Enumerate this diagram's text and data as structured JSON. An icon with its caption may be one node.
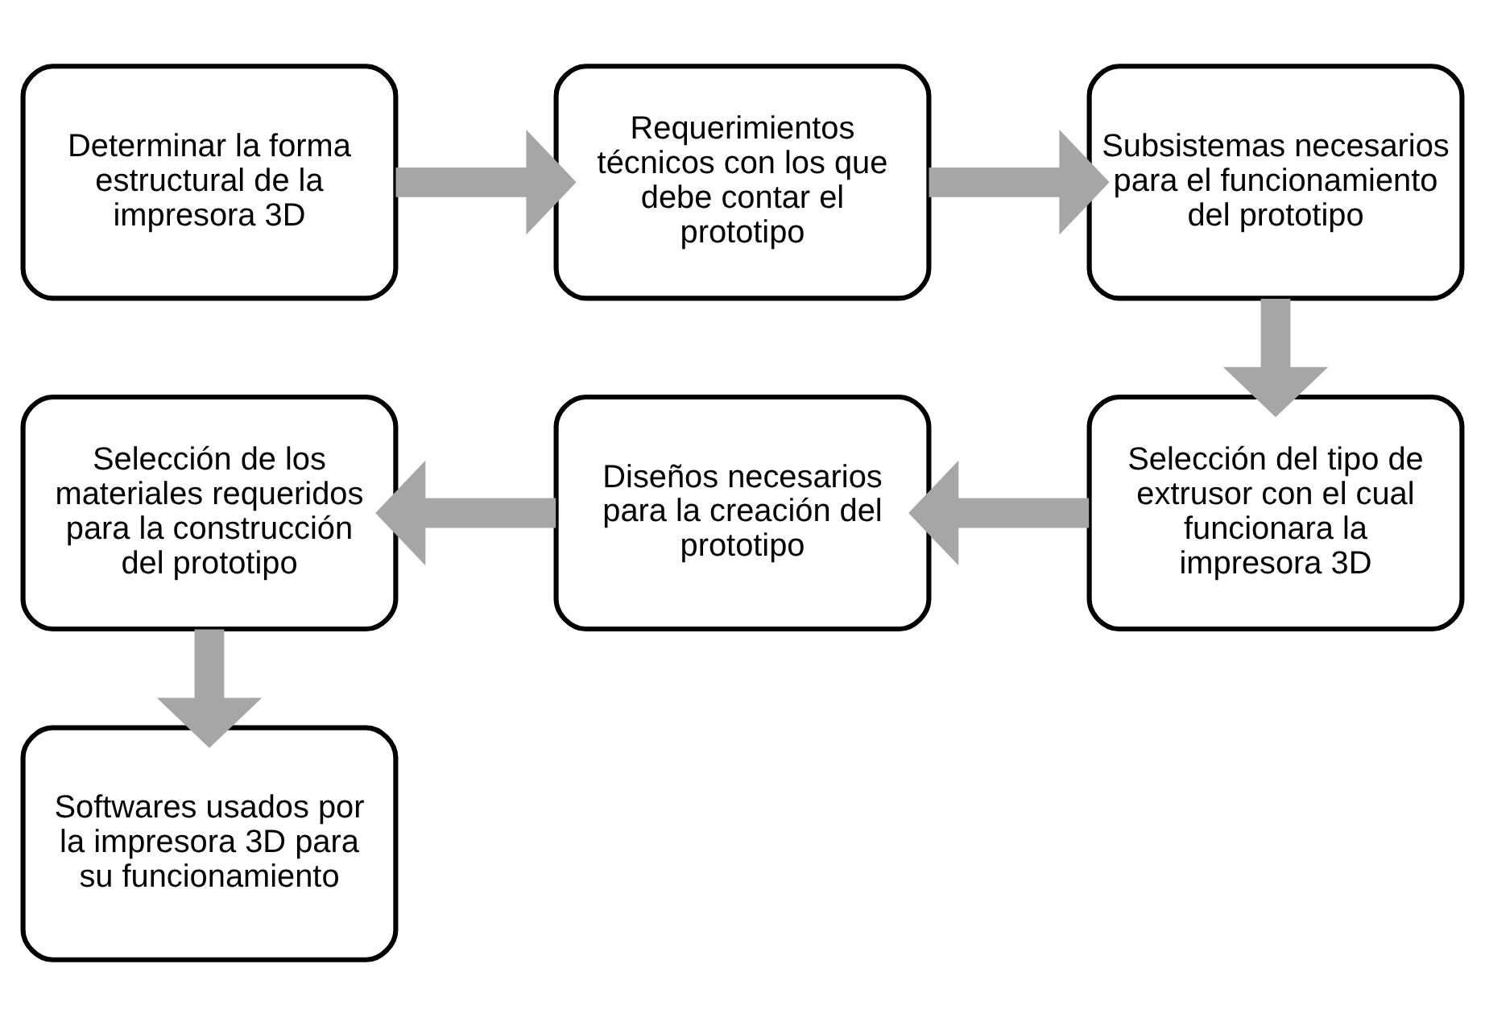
{
  "diagram": {
    "nodes": [
      {
        "text": [
          "Determinar la forma estructural de la impresora 3D"
        ]
      },
      {
        "text": [
          "Requerimientos técnicos con los que debe contar el prototipo"
        ]
      },
      {
        "text": [
          "Subsistemas necesarios para el funcionamiento del prototipo"
        ]
      },
      {
        "text": [
          "Selección del tipo de extrusor con el cual funcionara la impresora 3D"
        ]
      },
      {
        "text": [
          "Diseños necesarios para la creación del prototipo"
        ]
      },
      {
        "text": [
          "Selección de los materiales requeridos para la construcción del prototipo"
        ]
      },
      {
        "text": [
          "Softwares usados por la impresora 3D para su funcionamiento"
        ]
      }
    ],
    "edges": [
      {
        "from": 0,
        "to": 1,
        "arrow": "to"
      },
      {
        "from": 1,
        "to": 2,
        "arrow": "to"
      },
      {
        "from": 2,
        "to": 3,
        "arrow": "to"
      },
      {
        "from": 3,
        "to": 4,
        "arrow": "to"
      },
      {
        "from": 4,
        "to": 5,
        "arrow": "to"
      },
      {
        "from": 5,
        "to": 6,
        "arrow": "to"
      }
    ]
  }
}
